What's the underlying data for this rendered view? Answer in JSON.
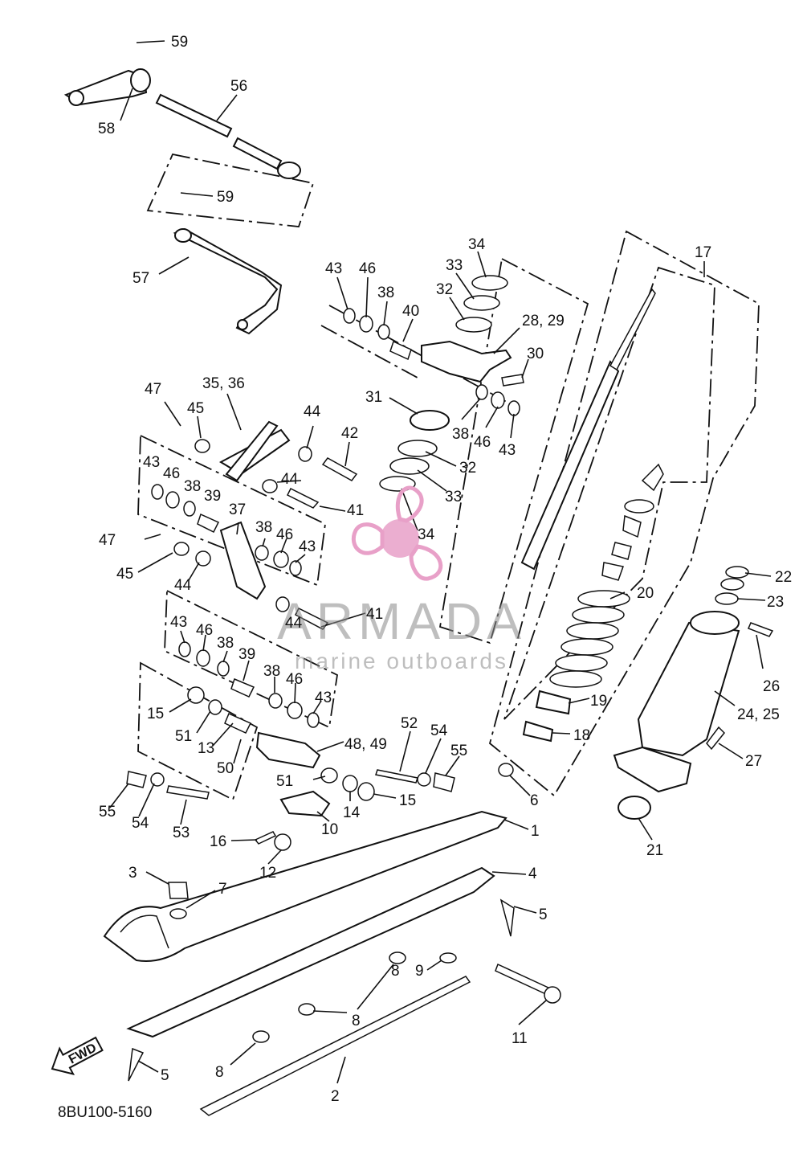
{
  "drawing_code": "8BU100-5160",
  "fwd_label": "FWD",
  "watermark": {
    "brand": "ARMADA",
    "tagline": "marine outboards",
    "color": "#e8a0c8"
  },
  "callouts": [
    "59",
    "58",
    "56",
    "59",
    "57",
    "43",
    "46",
    "38",
    "40",
    "34",
    "33",
    "32",
    "28, 29",
    "30",
    "17",
    "47",
    "35, 36",
    "45",
    "44",
    "42",
    "31",
    "38",
    "46",
    "43",
    "43",
    "46",
    "38",
    "39",
    "44",
    "41",
    "32",
    "33",
    "37",
    "38",
    "46",
    "43",
    "47",
    "34",
    "45",
    "44",
    "20",
    "22",
    "23",
    "43",
    "46",
    "38",
    "39",
    "44",
    "41",
    "38",
    "46",
    "43",
    "19",
    "26",
    "24, 25",
    "15",
    "51",
    "13",
    "48, 49",
    "18",
    "50",
    "52",
    "54",
    "55",
    "27",
    "6",
    "55",
    "54",
    "53",
    "51",
    "14",
    "15",
    "10",
    "1",
    "21",
    "16",
    "12",
    "3",
    "7",
    "4",
    "5",
    "9",
    "8",
    "8",
    "11",
    "8",
    "5",
    "2"
  ]
}
